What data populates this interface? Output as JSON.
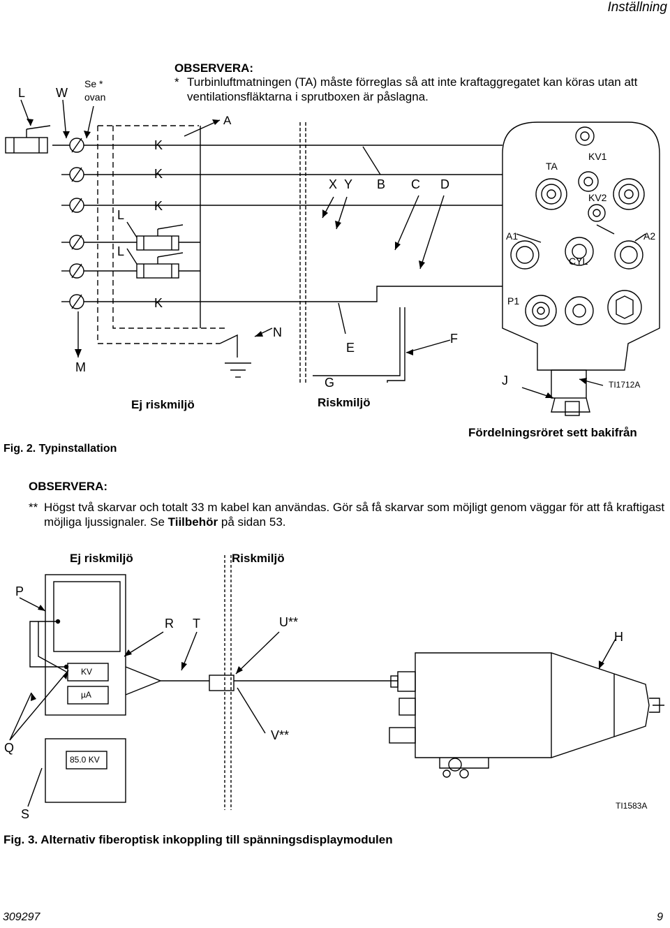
{
  "header": {
    "section": "Inställning"
  },
  "fig2": {
    "labels": {
      "L_top": "L",
      "W": "W",
      "se_line1": "Se *",
      "se_line2": "ovan",
      "A": "A",
      "K1": "K",
      "K2": "K",
      "K3": "K",
      "K4": "K",
      "L_mid1": "L",
      "L_mid2": "L",
      "X": "X",
      "Y": "Y",
      "B": "B",
      "C": "C",
      "D": "D",
      "TA": "TA",
      "KV1": "KV1",
      "KV2": "KV2",
      "A1": "A1",
      "A2": "A2",
      "CYL": "CYL",
      "P1": "P1",
      "N": "N",
      "E": "E",
      "F": "F",
      "M": "M",
      "G": "G",
      "J": "J",
      "ref": "TI1712A"
    },
    "note_title": "OBSERVERA:",
    "note_star": "*",
    "note_line1": "Turbinluftmatningen (TA) måste förreglas så att inte kraftaggregatet kan köras utan att",
    "note_line2": "ventilationsfläktarna i sprutboxen är påslagna.",
    "zone_safe": "Ej riskmiljö",
    "zone_hazard": "Riskmiljö",
    "manifold_caption": "Fördelningsröret sett bakifrån",
    "caption": "Fig. 2. Typinstallation"
  },
  "note2": {
    "title": "OBSERVERA:",
    "marker": "**",
    "line1": "Högst två skarvar och totalt 33 m kabel kan användas. Gör så få skarvar som möjligt genom väggar för att få kraftigast",
    "line2_pre": "möjliga ljussignaler. Se ",
    "line2_bold": "Tiilbehör",
    "line2_post": " på sidan 53."
  },
  "fig3": {
    "zone_safe": "Ej riskmiljö",
    "zone_hazard": "Riskmiljö",
    "labels": {
      "P": "P",
      "R": "R",
      "T": "T",
      "U": "U**",
      "H": "H",
      "V": "V**",
      "Q": "Q",
      "S": "S",
      "kv": "KV",
      "ua": "µA",
      "display": "85.0 KV",
      "ref": "TI1583A"
    },
    "caption": "Fig. 3. Alternativ fiberoptisk inkoppling till spänningsdisplaymodulen"
  },
  "footer": {
    "doc_number": "309297",
    "page_number": "9"
  }
}
